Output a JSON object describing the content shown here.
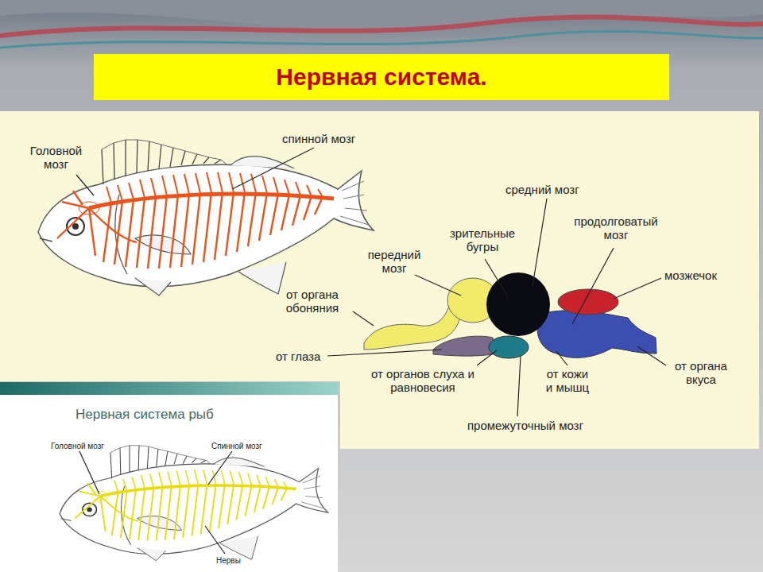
{
  "diagram": {
    "title": "Нервная система.",
    "labels": [
      "Головной мозг",
      "спинной мозг",
      "средний мозг",
      "зрительные бугры",
      "продолговатый мозг",
      "передний мозг",
      "мозжечок",
      "от органа обоняния",
      "от глаза",
      "от органов слуха и равновесия",
      "от кожи и мышц",
      "от органа вкуса",
      "промежуточный мозг",
      "Нервная система рыб",
      "Головной мозг",
      "Спинной мозг",
      "Нервы"
    ]
  }
}
